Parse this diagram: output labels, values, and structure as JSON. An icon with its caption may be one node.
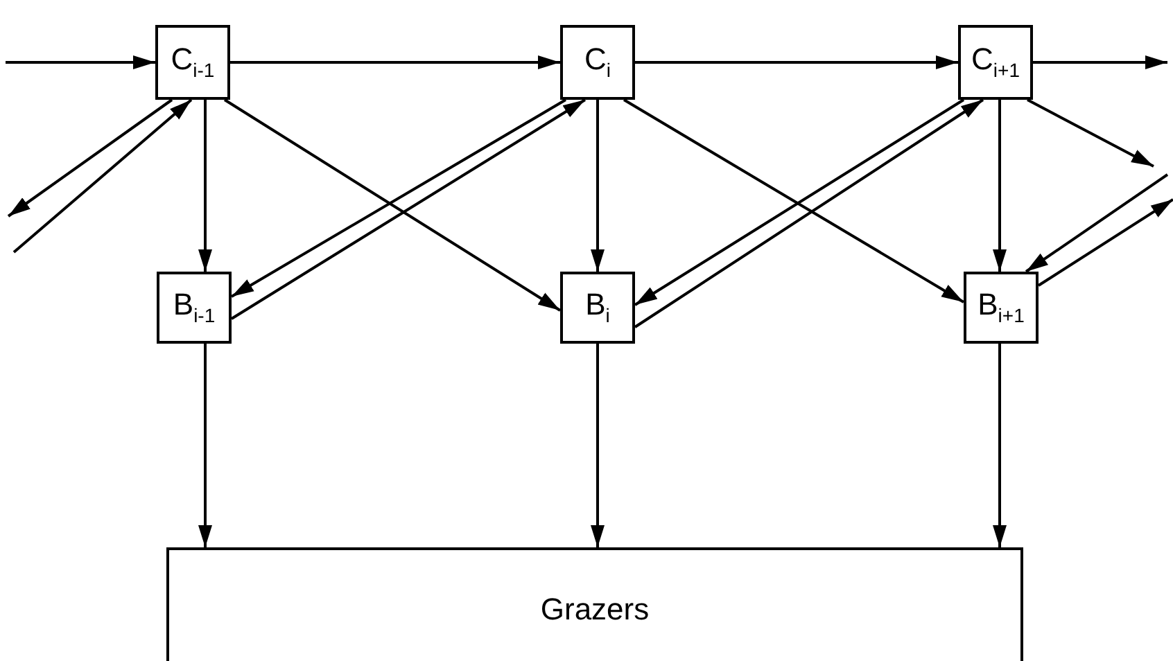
{
  "diagram": {
    "nodes": [
      {
        "text": [
          "C$_{i-1}$"
        ]
      },
      {
        "text": [
          "C$_{i}$"
        ]
      },
      {
        "text": [
          "C$_{i+1}$"
        ]
      },
      {
        "text": [
          "B$_{i-1}$"
        ]
      },
      {
        "text": [
          "B$_{i}$"
        ]
      },
      {
        "text": [
          "B$_{i+1}$"
        ]
      },
      {
        "text": [
          "Grazers"
        ]
      }
    ],
    "edges": [
      {
        "from": null,
        "to": 0,
        "arrow": "to"
      },
      {
        "from": 0,
        "to": 1,
        "arrow": "to"
      },
      {
        "from": 1,
        "to": 2,
        "arrow": "to"
      },
      {
        "from": 2,
        "to": null,
        "arrow": "to"
      },
      {
        "from": 0,
        "to": null,
        "arrow": "to"
      },
      {
        "from": null,
        "to": 0,
        "arrow": "to"
      },
      {
        "from": 0,
        "to": 3,
        "arrow": "to"
      },
      {
        "from": 0,
        "to": 4,
        "arrow": "to"
      },
      {
        "from": 1,
        "to": 3,
        "arrow": "to"
      },
      {
        "from": 3,
        "to": 1,
        "arrow": "to"
      },
      {
        "from": 1,
        "to": 4,
        "arrow": "to"
      },
      {
        "from": 1,
        "to": 5,
        "arrow": "to"
      },
      {
        "from": 2,
        "to": 4,
        "arrow": "to"
      },
      {
        "from": 4,
        "to": 2,
        "arrow": "to"
      },
      {
        "from": 2,
        "to": 5,
        "arrow": "to"
      },
      {
        "from": 2,
        "to": null,
        "arrow": "to"
      },
      {
        "from": null,
        "to": 5,
        "arrow": "to"
      },
      {
        "from": 5,
        "to": null,
        "arrow": "to"
      },
      {
        "from": 3,
        "to": 6,
        "arrow": "to"
      },
      {
        "from": 4,
        "to": 6,
        "arrow": "to"
      },
      {
        "from": 5,
        "to": 6,
        "arrow": "to"
      }
    ]
  }
}
